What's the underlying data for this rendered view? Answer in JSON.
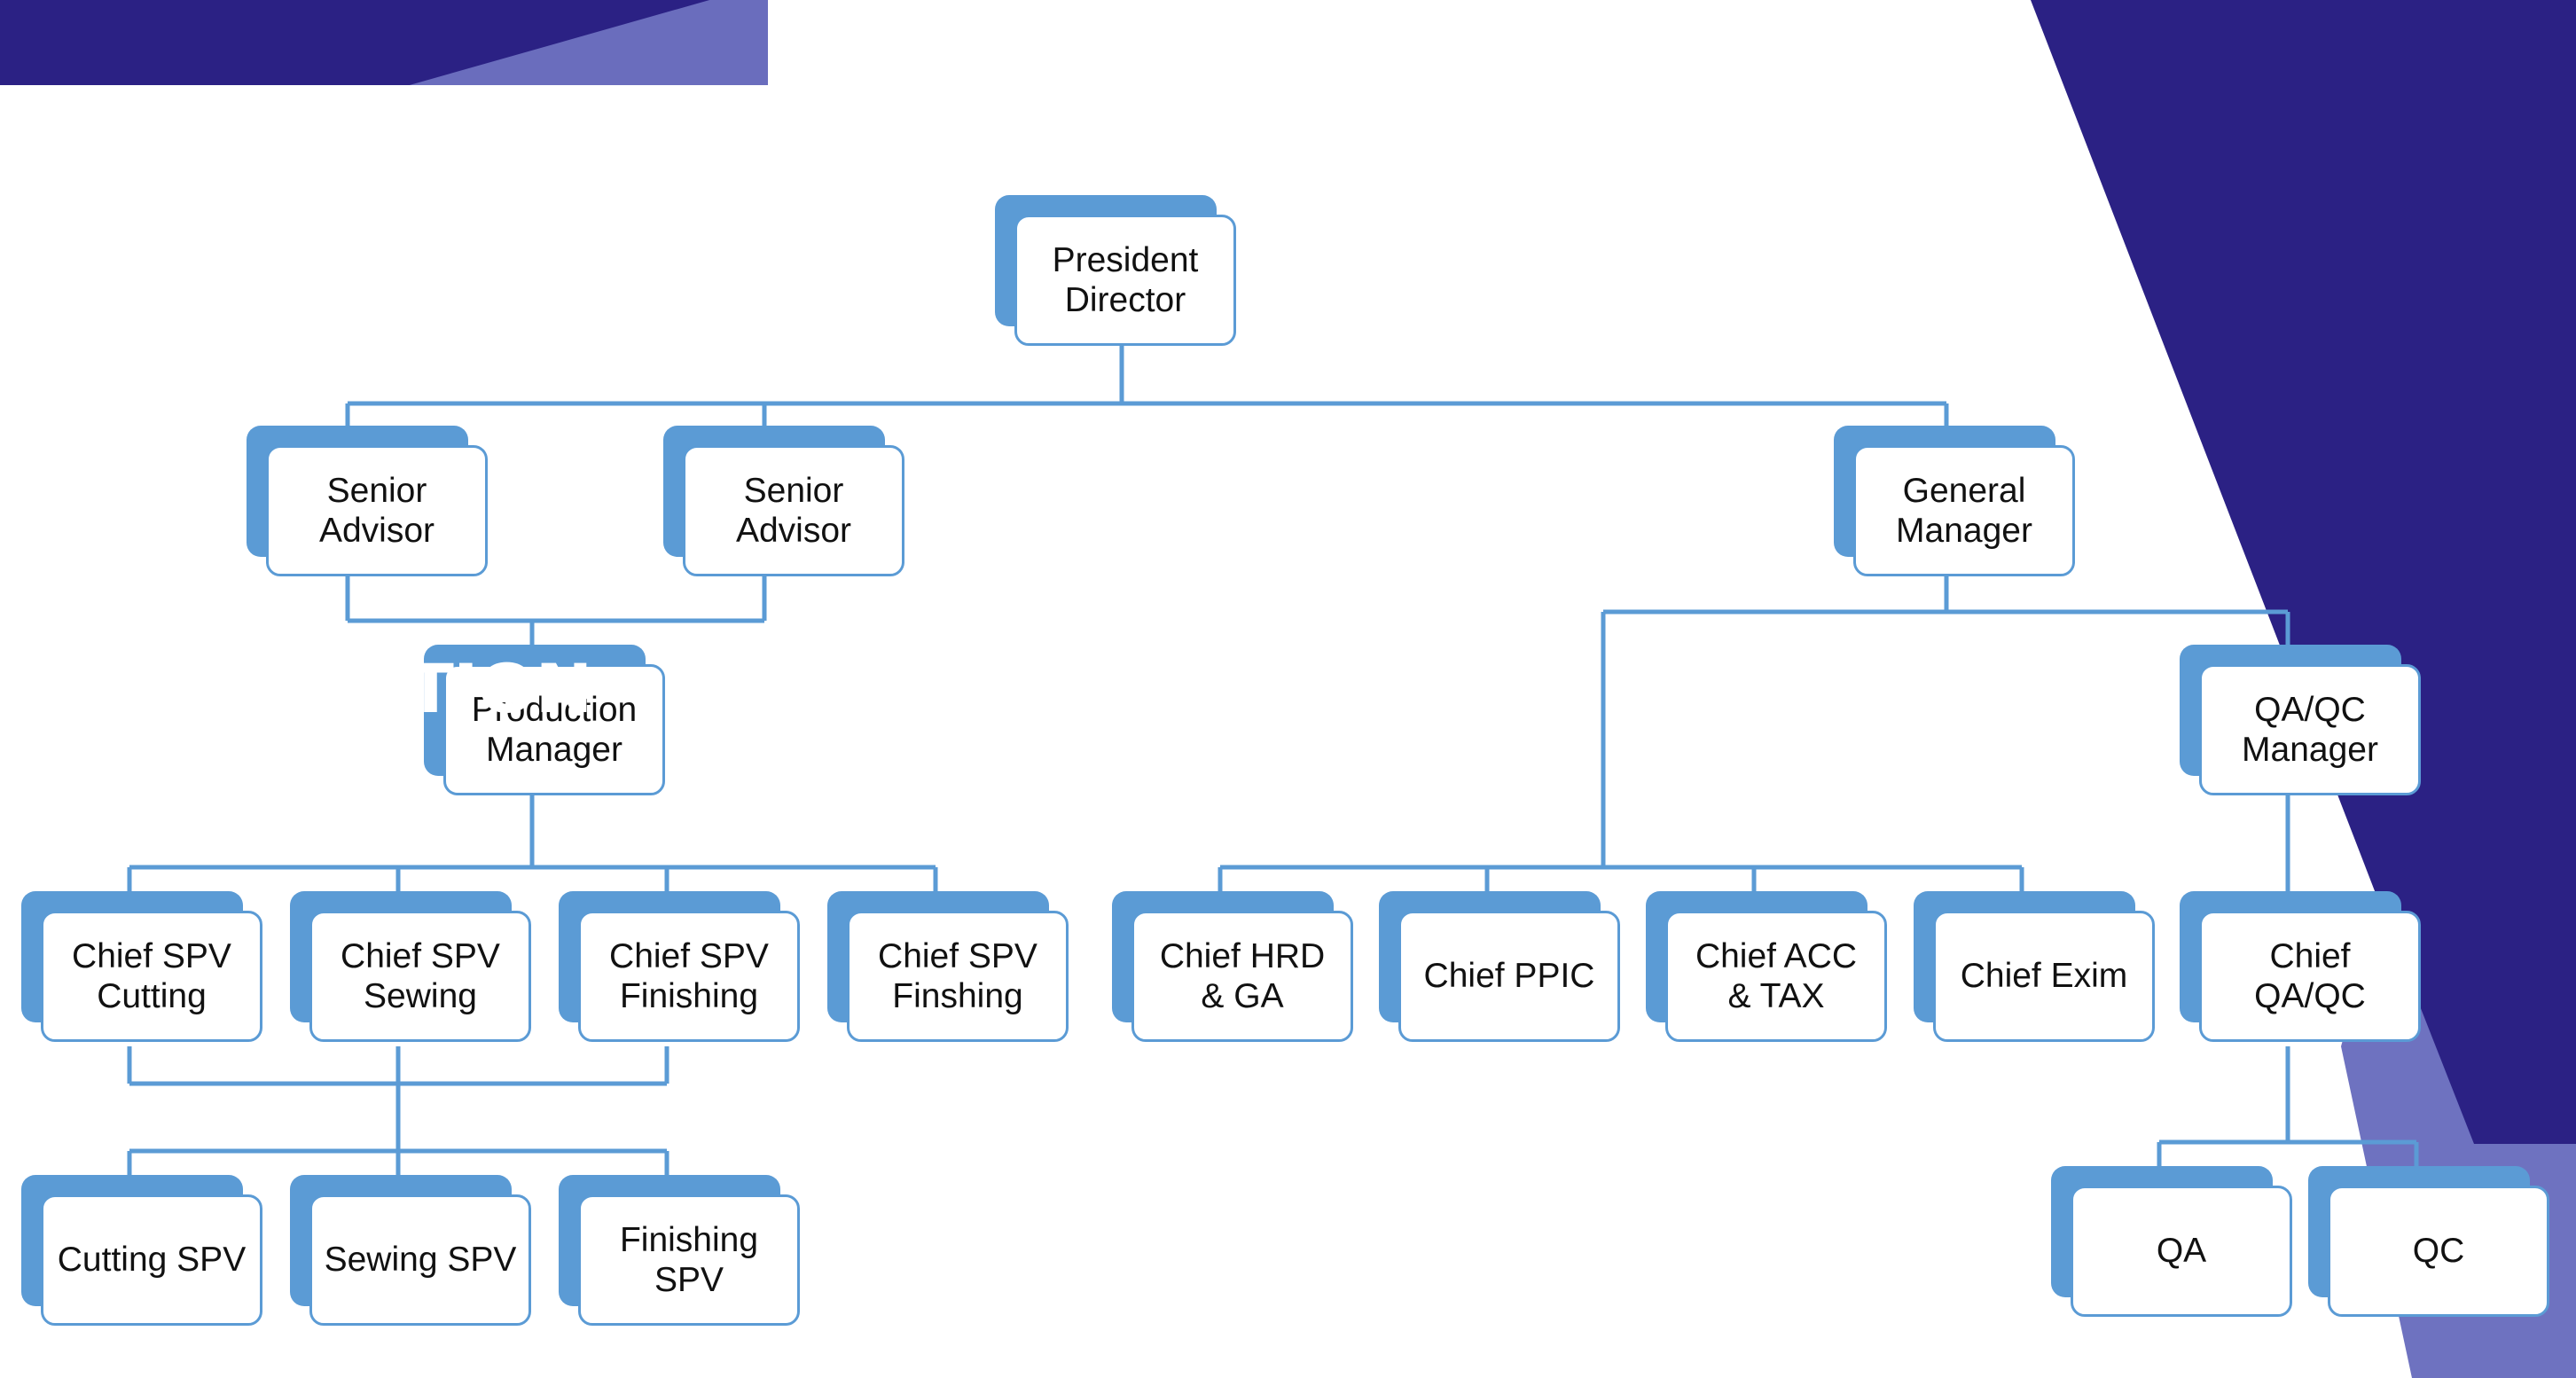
{
  "title": {
    "text": "ORGANIZATION"
  },
  "colors": {
    "banner_dark": "#2B2184",
    "banner_light": "#6E72C0",
    "node_accent": "#5B9BD5",
    "node_fill": "#FFFFFF",
    "connector": "#5B9BD5",
    "text": "#111111"
  },
  "chart_data": {
    "type": "diagram",
    "diagram_type": "organization-chart",
    "title": "ORGANIZATION",
    "orientation": "top-down",
    "node_count": 19,
    "nodes": [
      {
        "id": "president-director",
        "label": "President\nDirector",
        "level": 0,
        "parent": null
      },
      {
        "id": "senior-advisor-1",
        "label": "Senior\nAdvisor",
        "level": 1,
        "parent": "president-director"
      },
      {
        "id": "senior-advisor-2",
        "label": "Senior\nAdvisor",
        "level": 1,
        "parent": "president-director"
      },
      {
        "id": "general-manager",
        "label": "General\nManager",
        "level": 1,
        "parent": "president-director"
      },
      {
        "id": "production-manager",
        "label": "Production\nManager",
        "level": 2,
        "parent": "senior-advisor-1,senior-advisor-2"
      },
      {
        "id": "qa-qc-manager",
        "label": "QA/QC\nManager",
        "level": 2,
        "parent": "general-manager"
      },
      {
        "id": "chief-spv-cutting",
        "label": "Chief SPV\nCutting",
        "level": 3,
        "parent": "production-manager"
      },
      {
        "id": "chief-spv-sewing",
        "label": "Chief SPV\nSewing",
        "level": 3,
        "parent": "production-manager"
      },
      {
        "id": "chief-spv-finishing",
        "label": "Chief SPV\nFinishing",
        "level": 3,
        "parent": "production-manager"
      },
      {
        "id": "chief-spv-finshing",
        "label": "Chief SPV\nFinshing",
        "level": 3,
        "parent": "production-manager"
      },
      {
        "id": "chief-hrd-ga",
        "label": "Chief HRD\n& GA",
        "level": 3,
        "parent": "general-manager"
      },
      {
        "id": "chief-ppic",
        "label": "Chief PPIC",
        "level": 3,
        "parent": "general-manager"
      },
      {
        "id": "chief-acc-tax",
        "label": "Chief ACC\n& TAX",
        "level": 3,
        "parent": "general-manager"
      },
      {
        "id": "chief-exim",
        "label": "Chief Exim",
        "level": 3,
        "parent": "general-manager"
      },
      {
        "id": "chief-qa-qc",
        "label": "Chief\nQA/QC",
        "level": 3,
        "parent": "qa-qc-manager"
      },
      {
        "id": "cutting-spv",
        "label": "Cutting SPV",
        "level": 4,
        "parent": "chief-spv-cutting"
      },
      {
        "id": "sewing-spv",
        "label": "Sewing SPV",
        "level": 4,
        "parent": "chief-spv-sewing"
      },
      {
        "id": "finishing-spv",
        "label": "Finishing\nSPV",
        "level": 4,
        "parent": "chief-spv-finishing"
      },
      {
        "id": "qa",
        "label": "QA",
        "level": 4,
        "parent": "chief-qa-qc"
      },
      {
        "id": "qc",
        "label": "QC",
        "level": 4,
        "parent": "chief-qa-qc"
      }
    ]
  },
  "nodes": {
    "president_director": {
      "label": "President\nDirector"
    },
    "senior_advisor_1": {
      "label": "Senior\nAdvisor"
    },
    "senior_advisor_2": {
      "label": "Senior\nAdvisor"
    },
    "general_manager": {
      "label": "General\nManager"
    },
    "production_manager": {
      "label": "Production\nManager"
    },
    "qa_qc_manager": {
      "label": "QA/QC\nManager"
    },
    "chief_spv_cutting": {
      "label": "Chief SPV\nCutting"
    },
    "chief_spv_sewing": {
      "label": "Chief SPV\nSewing"
    },
    "chief_spv_finishing": {
      "label": "Chief SPV\nFinishing"
    },
    "chief_spv_finshing": {
      "label": "Chief SPV\nFinshing"
    },
    "chief_hrd_ga": {
      "label": "Chief HRD\n& GA"
    },
    "chief_ppic": {
      "label": "Chief PPIC"
    },
    "chief_acc_tax": {
      "label": "Chief ACC\n& TAX"
    },
    "chief_exim": {
      "label": "Chief Exim"
    },
    "chief_qa_qc": {
      "label": "Chief\nQA/QC"
    },
    "cutting_spv": {
      "label": "Cutting SPV"
    },
    "sewing_spv": {
      "label": "Sewing SPV"
    },
    "finishing_spv": {
      "label": "Finishing\nSPV"
    },
    "qa": {
      "label": "QA"
    },
    "qc": {
      "label": "QC"
    }
  }
}
